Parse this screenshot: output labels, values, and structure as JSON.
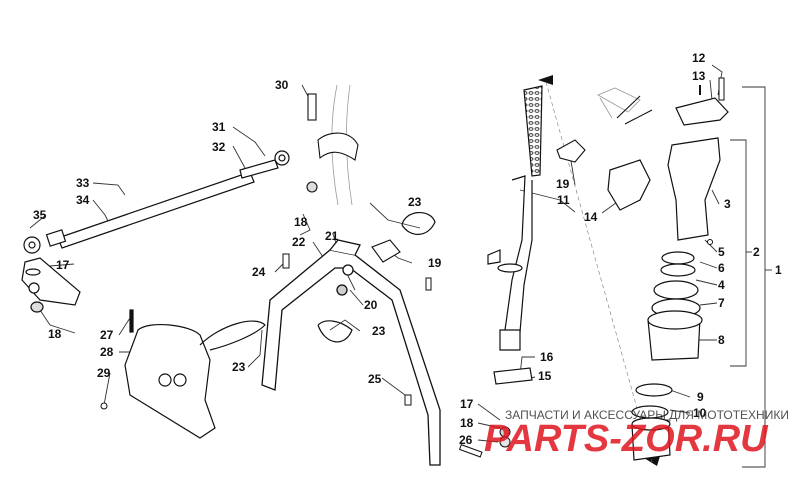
{
  "callouts": [
    {
      "id": "c1",
      "label": "1"
    },
    {
      "id": "c2",
      "label": "2"
    },
    {
      "id": "c3",
      "label": "3"
    },
    {
      "id": "c4",
      "label": "4"
    },
    {
      "id": "c5",
      "label": "5"
    },
    {
      "id": "c6",
      "label": "6"
    },
    {
      "id": "c7",
      "label": "7"
    },
    {
      "id": "c8",
      "label": "8"
    },
    {
      "id": "c9",
      "label": "9"
    },
    {
      "id": "c10",
      "label": "10"
    },
    {
      "id": "c11",
      "label": "11"
    },
    {
      "id": "c12",
      "label": "12"
    },
    {
      "id": "c13",
      "label": "13"
    },
    {
      "id": "c14",
      "label": "14"
    },
    {
      "id": "c15",
      "label": "15"
    },
    {
      "id": "c16",
      "label": "16"
    },
    {
      "id": "c17a",
      "label": "17"
    },
    {
      "id": "c17b",
      "label": "17"
    },
    {
      "id": "c18a",
      "label": "18"
    },
    {
      "id": "c18b",
      "label": "18"
    },
    {
      "id": "c18c",
      "label": "18"
    },
    {
      "id": "c19a",
      "label": "19"
    },
    {
      "id": "c19b",
      "label": "19"
    },
    {
      "id": "c20",
      "label": "20"
    },
    {
      "id": "c21",
      "label": "21"
    },
    {
      "id": "c22",
      "label": "22"
    },
    {
      "id": "c23a",
      "label": "23"
    },
    {
      "id": "c23b",
      "label": "23"
    },
    {
      "id": "c23c",
      "label": "23"
    },
    {
      "id": "c24",
      "label": "24"
    },
    {
      "id": "c25",
      "label": "25"
    },
    {
      "id": "c26",
      "label": "26"
    },
    {
      "id": "c27",
      "label": "27"
    },
    {
      "id": "c28",
      "label": "28"
    },
    {
      "id": "c29",
      "label": "29"
    },
    {
      "id": "c30",
      "label": "30"
    },
    {
      "id": "c31",
      "label": "31"
    },
    {
      "id": "c32",
      "label": "32"
    },
    {
      "id": "c33",
      "label": "33"
    },
    {
      "id": "c34",
      "label": "34"
    },
    {
      "id": "c35",
      "label": "35"
    }
  ],
  "watermark": {
    "caption": "ЗАПЧАСТИ И АКСЕССУАРЫ ДЛЯ МОТОТЕХНИКИ",
    "logo_text": "PARTS-ZOR.RU",
    "color": "#e0161f"
  }
}
